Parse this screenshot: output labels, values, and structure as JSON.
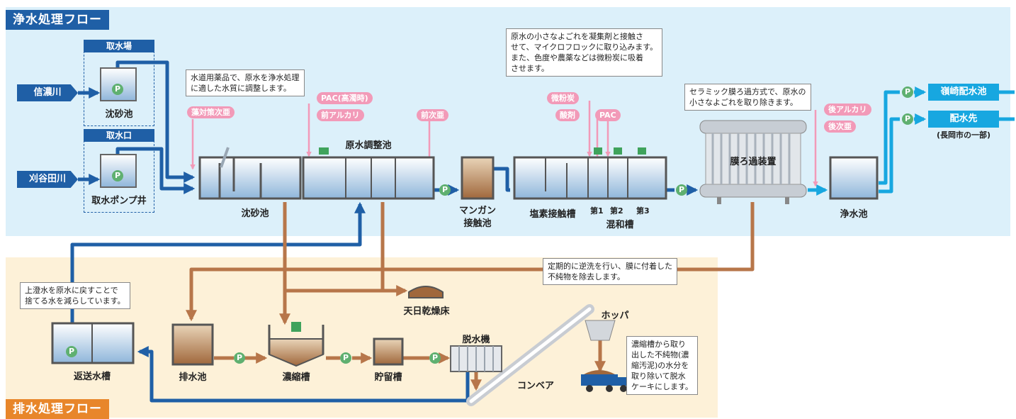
{
  "sections": {
    "water_treatment": "浄水処理フロー",
    "wastewater_treatment": "排水処理フロー"
  },
  "sources": {
    "shinano": "信濃川",
    "kariyata": "刈谷田川"
  },
  "intake": {
    "intake_station_header": "取水場",
    "grit_tank": "沈砂池",
    "intake_header": "取水口",
    "intake_pump_well": "取水ポンプ井"
  },
  "chemicals": {
    "algae_chlorine": "藻対策次亜",
    "pac_high_turbidity": "PAC(高濁時)",
    "pre_alkali": "前アルカリ",
    "pre_chlorine": "前次亜",
    "powdered_carbon": "微粉炭",
    "acid": "酸剤",
    "pac": "PAC",
    "post_alkali": "後アルカリ",
    "post_chlorine": "後次亜"
  },
  "facilities": {
    "grit_basin": "沈砂池",
    "raw_water_adjust": "原水調整池",
    "manganese": "マンガン\n接触池",
    "chlorine_contact": "塩素接触槽",
    "mix_1": "第1",
    "mix_2": "第2",
    "mix_3": "第3",
    "mixing_tank": "混和槽",
    "membrane": "膜ろ過装置",
    "clear_well": "浄水池",
    "drying_bed": "天日乾燥床",
    "return_tank": "返送水槽",
    "drain_pond": "排水池",
    "thickener": "濃縮槽",
    "storage_tank": "貯留槽",
    "dewatering": "脱水機",
    "hopper": "ホッパ",
    "conveyor": "コンベア"
  },
  "destinations": {
    "reizaki": "嶺崎配水池",
    "distribution": "配水先",
    "distribution_note": "(長岡市の一部)"
  },
  "pump_label": "P",
  "notes": {
    "chemicals_note": "水道用薬品で、原水を浄水処理\nに適した水質に調整します。",
    "coagulation_note": "原水の小さなよごれを凝集剤と接触さ\nせて、マイクロフロックに取り込みます。\nまた、色度や農薬などは微粉炭に吸着\nさせます。",
    "membrane_note": "セラミック膜ろ過方式で、原水の\n小さなよごれを取り除きます。",
    "backwash_note": "定期的に逆洗を行い、膜に付着した\n不純物を除去します。",
    "return_note": "上澄水を原水に戻すことで\n捨てる水を減らしています。",
    "sludge_note": "濃縮槽から取り\n出した不純物(濃\n縮汚泥)の水分を\n取り除いて脱水\nケーキにします。"
  },
  "colors": {
    "upper_bg": "#dcf0fa",
    "lower_bg": "#fdf1d8",
    "water_line": "#1f5fa6",
    "treated_line": "#17a7e0",
    "sludge_line": "#b7764a",
    "pump": "#5fb070",
    "chemical": "#f29ab8"
  }
}
